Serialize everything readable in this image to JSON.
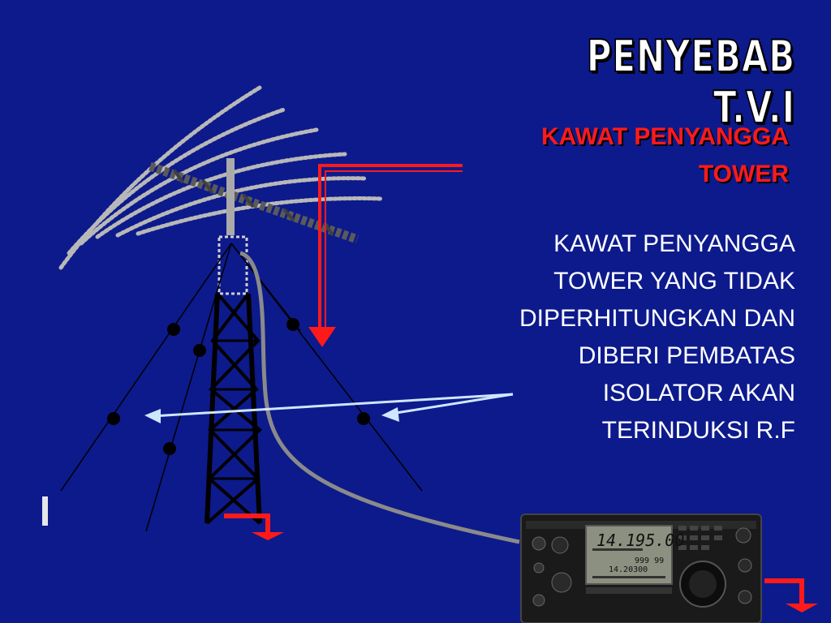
{
  "slide": {
    "title": "PENYEBAB T.V.I",
    "subtitle_lines": [
      "KAWAT PENYANGGA",
      "TOWER"
    ],
    "body_lines": [
      "KAWAT PENYANGGA",
      "TOWER YANG TIDAK",
      "DIPERHITUNGKAN DAN",
      "DIBERI PEMBATAS",
      "ISOLATOR AKAN",
      "TERINDUKSI R.F"
    ]
  },
  "radio": {
    "frequency": "14.195.00",
    "sub_display": "14.20300",
    "secondary": "999 99"
  },
  "colors": {
    "background": "#0d1a8c",
    "accent_red": "#ff1a1a",
    "arrow_light": "#cfe6ff",
    "coax_gray": "#8a8a8a"
  }
}
